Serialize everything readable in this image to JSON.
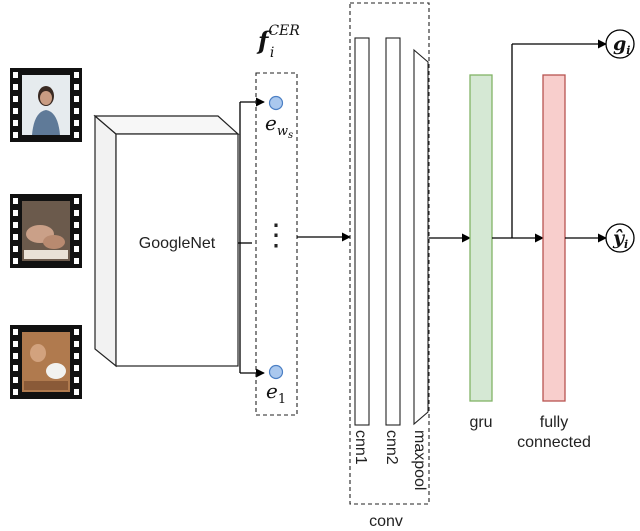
{
  "feature_label": {
    "base": "f",
    "sub": "i",
    "sup": "CER"
  },
  "encoder": {
    "label": "GoogleNet"
  },
  "embeddings": {
    "top": {
      "base": "e",
      "sub": "w",
      "subsub": "s"
    },
    "bottom": {
      "base": "e",
      "sub": "1"
    },
    "ellipsis": "⋮"
  },
  "conv": {
    "label": "conv",
    "layers": {
      "cnn1": "cnn1",
      "cnn2": "cnn2",
      "maxpool": "maxpool"
    }
  },
  "gru": {
    "label": "gru",
    "color": "#d5e8d4",
    "border": "#82b366"
  },
  "fully_connected": {
    "label_line1": "fully",
    "label_line2": "connected",
    "color": "#f8cecc",
    "border": "#b85450"
  },
  "outputs": {
    "g": {
      "base": "g",
      "sub": "i"
    },
    "y": {
      "base": "ŷ",
      "sub": "i"
    }
  },
  "colors": {
    "node": "#aac8ee",
    "node_border": "#4b7fc4",
    "stroke": "#000000"
  }
}
